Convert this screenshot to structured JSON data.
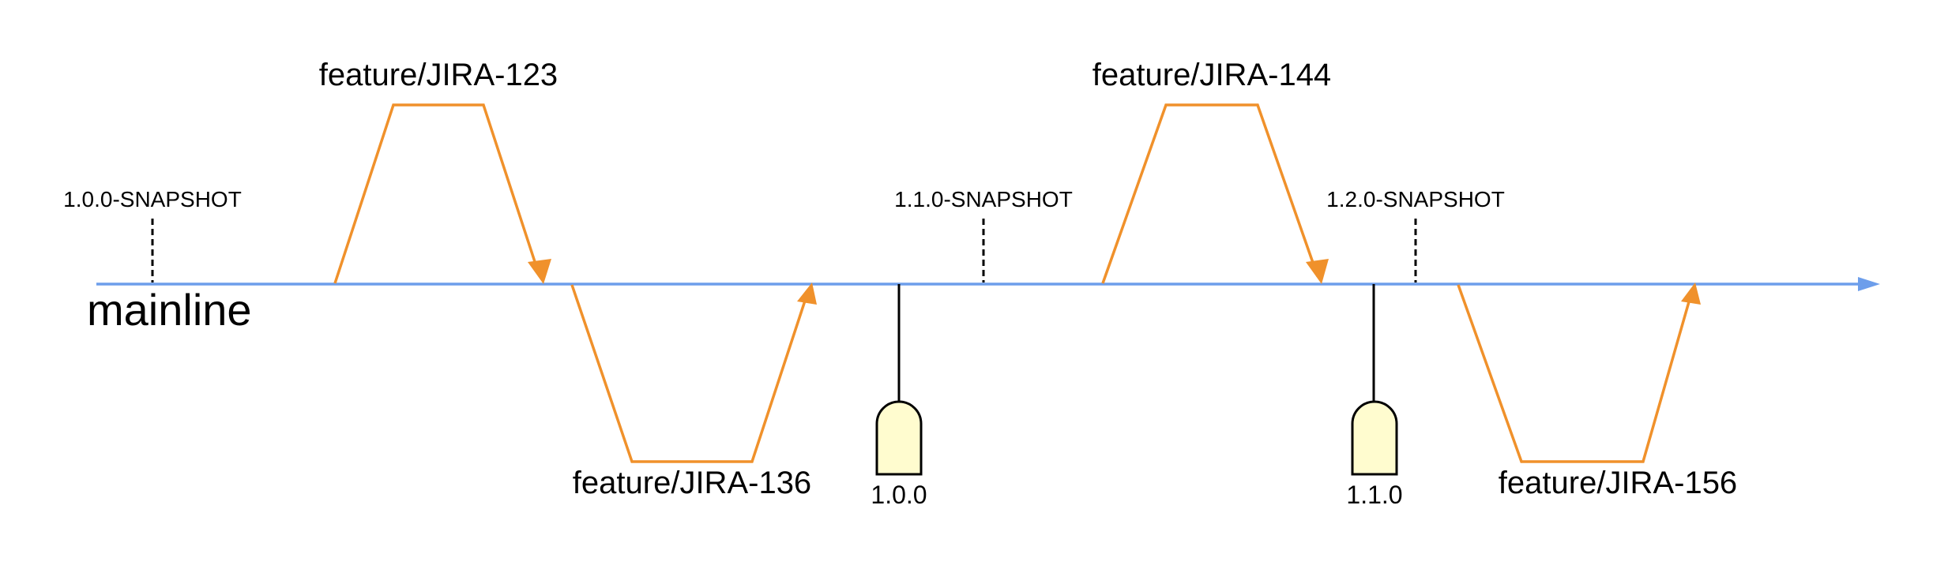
{
  "mainline": {
    "label": "mainline",
    "color": "#6d9eeb"
  },
  "branch_color": "#f0912b",
  "snapshots": [
    {
      "label": "1.0.0-SNAPSHOT"
    },
    {
      "label": "1.1.0-SNAPSHOT"
    },
    {
      "label": "1.2.0-SNAPSHOT"
    }
  ],
  "branches": [
    {
      "label": "feature/JIRA-123",
      "side": "above"
    },
    {
      "label": "feature/JIRA-136",
      "side": "below"
    },
    {
      "label": "feature/JIRA-144",
      "side": "above"
    },
    {
      "label": "feature/JIRA-156",
      "side": "below"
    }
  ],
  "releases": [
    {
      "label": "1.0.0",
      "tag_color": "#fffccf"
    },
    {
      "label": "1.1.0",
      "tag_color": "#fffccf"
    }
  ]
}
